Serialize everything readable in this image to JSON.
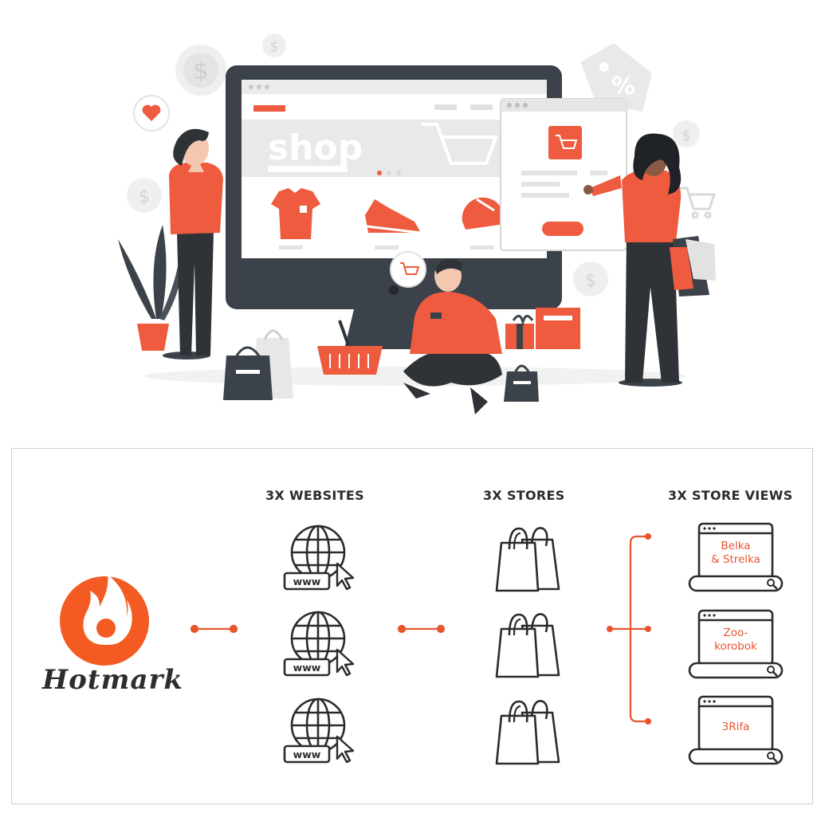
{
  "illustration": {
    "screen_word": "shop",
    "icons": [
      "dollar-coin-icon",
      "heart-icon",
      "percent-tag-icon",
      "cart-icon",
      "shopping-bag-icon",
      "gift-icon",
      "basket-icon",
      "tshirt-icon",
      "sneaker-icon",
      "cap-icon"
    ]
  },
  "brand": {
    "name": "Hotmark",
    "color": "#f35b22"
  },
  "accent_color": "#e8552d",
  "columns": {
    "websites": {
      "title": "3X WEBSITES",
      "icon": "globe-www-icon"
    },
    "stores": {
      "title": "3X STORES",
      "icon": "shopping-bags-icon"
    },
    "store_views": {
      "title": "3X STORE VIEWS",
      "icon": "browser-window-icon",
      "items": [
        {
          "lines": [
            "Belka",
            "& Strelka"
          ]
        },
        {
          "lines": [
            "Zoo-",
            "korobok"
          ]
        },
        {
          "lines": [
            "3Rifa"
          ]
        }
      ]
    }
  }
}
